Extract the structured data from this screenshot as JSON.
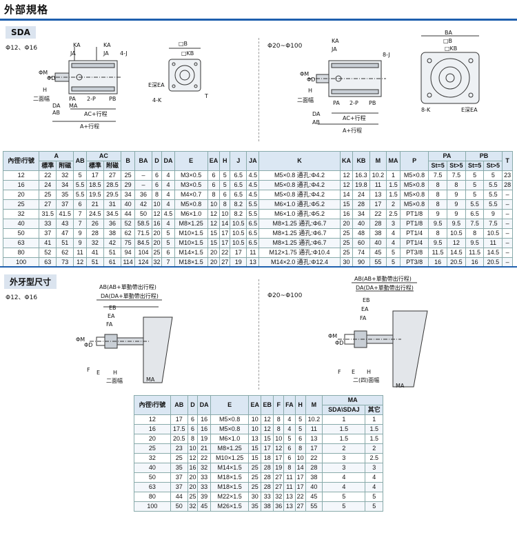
{
  "header": {
    "title": "外部規格"
  },
  "sda": {
    "tag": "SDA",
    "left_range": "Φ12、Φ16",
    "right_range": "Φ20~Φ100",
    "left_labels": [
      "KA",
      "KA",
      "JA",
      "JA",
      "4-J",
      "ΦM",
      "ΦD",
      "H",
      "二面幅",
      "DA",
      "AB",
      "PA",
      "MA",
      "2-P",
      "PB",
      "AC+行程",
      "A+行程"
    ],
    "mid_labels": [
      "□B",
      "□KB",
      "E深EA",
      "4-K",
      "T"
    ],
    "right_labels": [
      "KA",
      "JA",
      "8-J",
      "ΦM",
      "ΦD",
      "H",
      "二面幅",
      "DA",
      "AB",
      "PA",
      "2-P",
      "PB",
      "AC+行程",
      "A+行程"
    ],
    "far_labels": [
      "BA",
      "□B",
      "□KB",
      "8-K",
      "E深EA"
    ]
  },
  "spec_table": {
    "head1": [
      "內徑\\行號",
      "A",
      "AB",
      "AC",
      "B",
      "BA",
      "D",
      "DA",
      "E",
      "EA",
      "H",
      "J",
      "JA",
      "K",
      "KA",
      "KB",
      "M",
      "MA",
      "P",
      "PA",
      "PB",
      "T"
    ],
    "head2": [
      "標準",
      "附磁",
      "標準",
      "附磁",
      "St=5",
      "St>5",
      "St=5",
      "St>5"
    ],
    "rows": [
      [
        "12",
        "22",
        "32",
        "5",
        "17",
        "27",
        "25",
        "–",
        "6",
        "4",
        "M3×0.5",
        "6",
        "5",
        "6.5",
        "4.5",
        "M5×0.8 通孔:Φ4.2",
        "12",
        "16.3",
        "10.2",
        "1",
        "M5×0.8",
        "7.5",
        "7.5",
        "5",
        "5",
        "23"
      ],
      [
        "16",
        "24",
        "34",
        "5.5",
        "18.5",
        "28.5",
        "29",
        "–",
        "6",
        "4",
        "M3×0.5",
        "6",
        "5",
        "6.5",
        "4.5",
        "M5×0.8 通孔:Φ4.2",
        "12",
        "19.8",
        "11",
        "1.5",
        "M5×0.8",
        "8",
        "8",
        "5",
        "5.5",
        "28"
      ],
      [
        "20",
        "25",
        "35",
        "5.5",
        "19.5",
        "29.5",
        "34",
        "36",
        "8",
        "4",
        "M4×0.7",
        "8",
        "6",
        "6.5",
        "4.5",
        "M5×0.8 通孔:Φ4.2",
        "14",
        "24",
        "13",
        "1.5",
        "M5×0.8",
        "8",
        "9",
        "5",
        "5.5",
        "–"
      ],
      [
        "25",
        "27",
        "37",
        "6",
        "21",
        "31",
        "40",
        "42",
        "10",
        "4",
        "M5×0.8",
        "10",
        "8",
        "8.2",
        "5.5",
        "M6×1.0 通孔:Φ5.2",
        "15",
        "28",
        "17",
        "2",
        "M5×0.8",
        "8",
        "9",
        "5.5",
        "5.5",
        "–"
      ],
      [
        "32",
        "31.5",
        "41.5",
        "7",
        "24.5",
        "34.5",
        "44",
        "50",
        "12",
        "4.5",
        "M6×1.0",
        "12",
        "10",
        "8.2",
        "5.5",
        "M6×1.0 通孔:Φ5.2",
        "16",
        "34",
        "22",
        "2.5",
        "PT1/8",
        "9",
        "9",
        "6.5",
        "9",
        "–"
      ],
      [
        "40",
        "33",
        "43",
        "7",
        "26",
        "36",
        "52",
        "58.5",
        "16",
        "4",
        "M8×1.25",
        "12",
        "14",
        "10.5",
        "6.5",
        "M8×1.25 通孔:Φ6.7",
        "20",
        "40",
        "28",
        "3",
        "PT1/8",
        "9.5",
        "9.5",
        "7.5",
        "7.5",
        "–"
      ],
      [
        "50",
        "37",
        "47",
        "9",
        "28",
        "38",
        "62",
        "71.5",
        "20",
        "5",
        "M10×1.5",
        "15",
        "17",
        "10.5",
        "6.5",
        "M8×1.25 通孔:Φ6.7",
        "25",
        "48",
        "38",
        "4",
        "PT1/4",
        "8",
        "10.5",
        "8",
        "10.5",
        "–"
      ],
      [
        "63",
        "41",
        "51",
        "9",
        "32",
        "42",
        "75",
        "84.5",
        "20",
        "5",
        "M10×1.5",
        "15",
        "17",
        "10.5",
        "6.5",
        "M8×1.25 通孔:Φ6.7",
        "25",
        "60",
        "40",
        "4",
        "PT1/4",
        "9.5",
        "12",
        "9.5",
        "11",
        "–"
      ],
      [
        "80",
        "52",
        "62",
        "11",
        "41",
        "51",
        "94",
        "104",
        "25",
        "6",
        "M14×1.5",
        "20",
        "22",
        "17",
        "11",
        "M12×1.75 通孔:Φ10.4",
        "25",
        "74",
        "45",
        "5",
        "PT3/8",
        "11.5",
        "14.5",
        "11.5",
        "14.5",
        "–"
      ],
      [
        "100",
        "63",
        "73",
        "12",
        "51",
        "61",
        "114",
        "124",
        "32",
        "7",
        "M18×1.5",
        "20",
        "27",
        "19",
        "13",
        "M14×2.0 通孔:Φ12.4",
        "30",
        "90",
        "55",
        "5",
        "PT3/8",
        "16",
        "20.5",
        "16",
        "20.5",
        "–"
      ]
    ]
  },
  "ext": {
    "tag": "外牙型尺寸",
    "left_range": "Φ12、Φ16",
    "right_range": "Φ20~Φ100",
    "left_labels": [
      "AB(AB+單動帶出行程)",
      "DA(DA+單動帶出行程)",
      "EB",
      "EA",
      "FA",
      "ΦM",
      "ΦD",
      "F",
      "E",
      "H",
      "二面幅",
      "MA"
    ],
    "right_labels": [
      "AB(AB+單動帶出行程)",
      "DA(DA+單動帶出行程)",
      "EB",
      "EA",
      "FA",
      "ΦM",
      "ΦD",
      "F",
      "E",
      "H",
      "二(四)面幅",
      "MA"
    ]
  },
  "ext_table": {
    "head1": [
      "內徑\\行號",
      "AB",
      "D",
      "DA",
      "E",
      "EA",
      "EB",
      "F",
      "FA",
      "H",
      "M",
      "MA"
    ],
    "head2": [
      "SDA\\SDAJ",
      "其它"
    ],
    "rows": [
      [
        "12",
        "17",
        "6",
        "16",
        "M5×0.8",
        "10",
        "12",
        "8",
        "4",
        "5",
        "10.2",
        "1",
        "1"
      ],
      [
        "16",
        "17.5",
        "6",
        "16",
        "M5×0.8",
        "10",
        "12",
        "8",
        "4",
        "5",
        "11",
        "1.5",
        "1.5"
      ],
      [
        "20",
        "20.5",
        "8",
        "19",
        "M6×1.0",
        "13",
        "15",
        "10",
        "5",
        "6",
        "13",
        "1.5",
        "1.5"
      ],
      [
        "25",
        "23",
        "10",
        "21",
        "M8×1.25",
        "15",
        "17",
        "12",
        "6",
        "8",
        "17",
        "2",
        "2"
      ],
      [
        "32",
        "25",
        "12",
        "22",
        "M10×1.25",
        "15",
        "18",
        "17",
        "6",
        "10",
        "22",
        "3",
        "2.5"
      ],
      [
        "40",
        "35",
        "16",
        "32",
        "M14×1.5",
        "25",
        "28",
        "19",
        "8",
        "14",
        "28",
        "3",
        "3"
      ],
      [
        "50",
        "37",
        "20",
        "33",
        "M18×1.5",
        "25",
        "28",
        "27",
        "11",
        "17",
        "38",
        "4",
        "4"
      ],
      [
        "63",
        "37",
        "20",
        "33",
        "M18×1.5",
        "25",
        "28",
        "27",
        "11",
        "17",
        "40",
        "4",
        "4"
      ],
      [
        "80",
        "44",
        "25",
        "39",
        "M22×1.5",
        "30",
        "33",
        "32",
        "13",
        "22",
        "45",
        "5",
        "5"
      ],
      [
        "100",
        "50",
        "32",
        "45",
        "M26×1.5",
        "35",
        "38",
        "36",
        "13",
        "27",
        "55",
        "5",
        "5"
      ]
    ]
  }
}
